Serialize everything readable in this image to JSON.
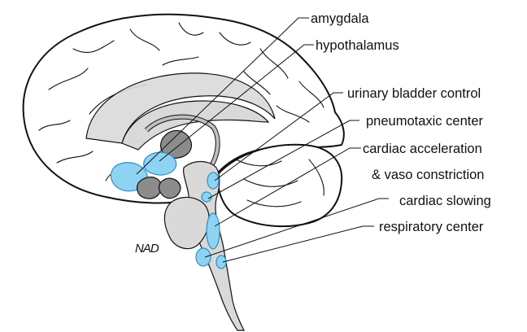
{
  "labels": {
    "amygdala": "amygdala",
    "hypothalamus": "hypothalamus",
    "urinary_bladder_control": "urinary bladder control",
    "pneumotaxic_center": "pneumotaxic center",
    "cardiac_acceleration": "cardiac acceleration",
    "vaso_constriction": "& vaso constriction",
    "cardiac_slowing": "cardiac slowing",
    "respiratory_center": "respiratory center"
  },
  "signature": "NAD",
  "colors": {
    "highlight": "#8fd3f2",
    "highlight_stroke": "#2b8fc9",
    "tissue_light": "#d9d9d9",
    "tissue_dark": "#8c8c8c",
    "outline": "#111111"
  }
}
